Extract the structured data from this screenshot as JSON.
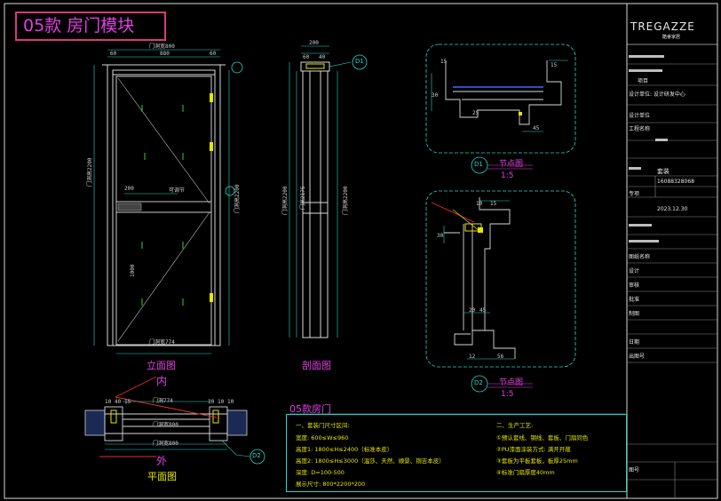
{
  "title": "05款 房门模块",
  "views": {
    "elevation": "立面图",
    "section": "剖面图",
    "plan": "平面图",
    "inside": "内",
    "outside": "外"
  },
  "details": {
    "d1_label": "节点图",
    "d1_scale": "1:5",
    "d1_tag": "D1",
    "d2_label": "节点图",
    "d2_scale": "1:5",
    "d2_tag": "D2"
  },
  "elevation_dims": {
    "top_overall": "门洞宽800",
    "top_60_left": "60",
    "top_880": "880",
    "top_60_right": "60",
    "bottom": "门洞宽774",
    "left_height": "门洞高2200",
    "right_height": "门洞高2200",
    "mid_200": "200",
    "mid_label": "可调节",
    "lower_1000": "1000"
  },
  "section_dims": {
    "top_overall": "200",
    "top_a": "60",
    "top_b": "40",
    "left_height": "门洞高2200",
    "left_inner": "门高2175",
    "right_height": "门洞高2200"
  },
  "plan_dims": {
    "d1": "门洞774",
    "d2": "门洞宽800",
    "d3": "门洞宽800",
    "left_a": "10",
    "left_b": "40",
    "left_c": "15",
    "right_a": "30",
    "right_b": "10",
    "right_c": "10",
    "tag": "D2"
  },
  "detail_dims": {
    "d1_15a": "15",
    "d1_15b": "15",
    "d1_30": "30",
    "d1_25": "25",
    "d1_45": "45",
    "d2_10": "10",
    "d2_15": "15",
    "d2_30": "30",
    "d2_20": "20",
    "d2_45": "45",
    "d2_12": "12",
    "d2_56": "56"
  },
  "notes": {
    "heading": "05款房门",
    "left_title": "一、套装门尺寸区间:",
    "left_lines": [
      "宽度: 600≤W≤960",
      "高度1: 1800≤H≤2400（标准本皮）",
      "高度2: 1800≤H≤3000（温莎、天然、顺景、铜吉本皮）",
      "深度: D=100-500",
      "展示尺寸: 800*2200*200"
    ],
    "right_title": "二、生产工艺:",
    "right_lines": [
      "①预认套线、钢线、套板、门扇同色",
      "②PU漆面涂装方式: 满开开敞",
      "③套板为平板套板，板厚25mm",
      "④标准门扇厚度40mm"
    ]
  },
  "title_block": {
    "brand": "TREGAZZE",
    "brand_sub": "酷睿家居",
    "items": [
      "项目",
      "设计单位: 设计研发中心",
      "设计单位",
      "工程名称",
      "套装",
      "16088328068",
      "专项",
      "2023.12.30",
      "图纸名称",
      "设计",
      "审核",
      "批准",
      "制图",
      "日期",
      "出图号",
      "图号"
    ]
  },
  "colors": {
    "frame": "#d9d9d9",
    "cyan": "#2ad6c8",
    "magenta": "#e040e0",
    "yellow": "#e6e600",
    "green": "#30d030",
    "red": "#e03030",
    "blue": "#3a6cff"
  }
}
